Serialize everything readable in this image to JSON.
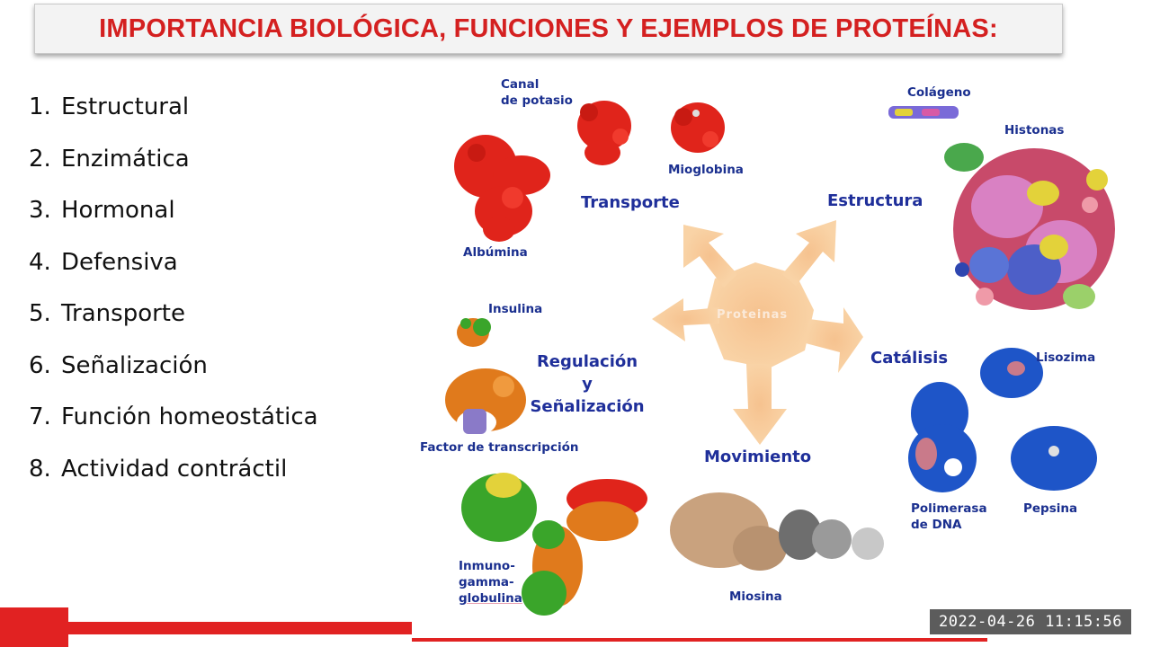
{
  "title": "IMPORTANCIA BIOLÓGICA, FUNCIONES Y EJEMPLOS DE PROTEÍNAS:",
  "functions": [
    {
      "num": "1.",
      "label": "Estructural"
    },
    {
      "num": "2.",
      "label": "Enzimática"
    },
    {
      "num": "3.",
      "label": "Hormonal"
    },
    {
      "num": "4.",
      "label": "Defensiva"
    },
    {
      "num": "5.",
      "label": "Transporte"
    },
    {
      "num": "6.",
      "label": "Señalización"
    },
    {
      "num": "7.",
      "label": "Función homeostática"
    },
    {
      "num": "8.",
      "label": "Actividad contráctil"
    }
  ],
  "diagram": {
    "center": "Proteinas",
    "categories": {
      "transporte": "Transporte",
      "estructura": "Estructura",
      "regulacion_1": "Regulación",
      "regulacion_2": "y",
      "regulacion_3": "Señalización",
      "catalisis": "Catálisis",
      "movimiento": "Movimiento"
    },
    "examples": {
      "canal_1": "Canal",
      "canal_2": "de potasio",
      "mioglobina": "Mioglobina",
      "albumina": "Albúmina",
      "colageno": "Colágeno",
      "histonas": "Histonas",
      "insulina": "Insulina",
      "factor": "Factor de transcripción",
      "lisozima": "Lisozima",
      "polimerasa_1": "Polimerasa",
      "polimerasa_2": "de DNA",
      "pepsina": "Pepsina",
      "inmuno_1": "Inmuno-",
      "inmuno_2": "gamma-",
      "inmuno_3": "globulina",
      "miosina": "Miosina"
    },
    "colors": {
      "arrow": "#f9d3a6",
      "label": "#1a2f8f",
      "red_protein": "#e0241b",
      "blue_protein": "#1e55c8",
      "orange_protein": "#e07a1c",
      "green_protein": "#3aa52a",
      "tan_protein": "#c9a27e"
    }
  },
  "timestamp": "2022-04-26  11:15:56"
}
